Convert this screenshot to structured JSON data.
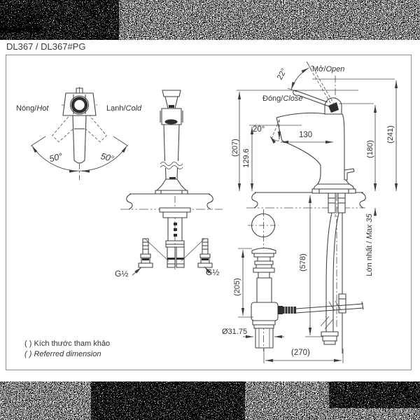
{
  "page": {
    "title": "DL367 / DL367#PG"
  },
  "labels": {
    "hot": {
      "vi": "Nóng",
      "sep": "/",
      "en": "Hot"
    },
    "cold": {
      "vi": "Lạnh",
      "sep": "/",
      "en": "Cold"
    },
    "open": {
      "vi": "Mở",
      "sep": "/",
      "en": "Open"
    },
    "close": {
      "vi": "Đóng",
      "sep": "/",
      "en": "Close"
    },
    "max_counter_thickness": {
      "vi": "Lớn nhất",
      "sep": " / ",
      "en": "Max 35"
    },
    "supply_thread_left": "G½",
    "supply_thread_right": "G½"
  },
  "angles": {
    "handle_swing_left": "50°",
    "handle_swing_right": "50°",
    "lever_lift": "22°",
    "spout_outlet": "20°"
  },
  "dimensions": {
    "spout_reach": "130",
    "spout_outlet_height": "129.6",
    "overall_height_closed": "(207)",
    "lever_height": "(180)",
    "overall_height_open": "(241)",
    "drain_body_length": "(205)",
    "overall_depth_below": "(578)",
    "drain_rod_span": "(270)",
    "drain_pipe_diameter": "Ø31.75"
  },
  "footnotes": {
    "vi": "( ) Kích thước tham khảo",
    "en": "( ) Referred dimension"
  }
}
